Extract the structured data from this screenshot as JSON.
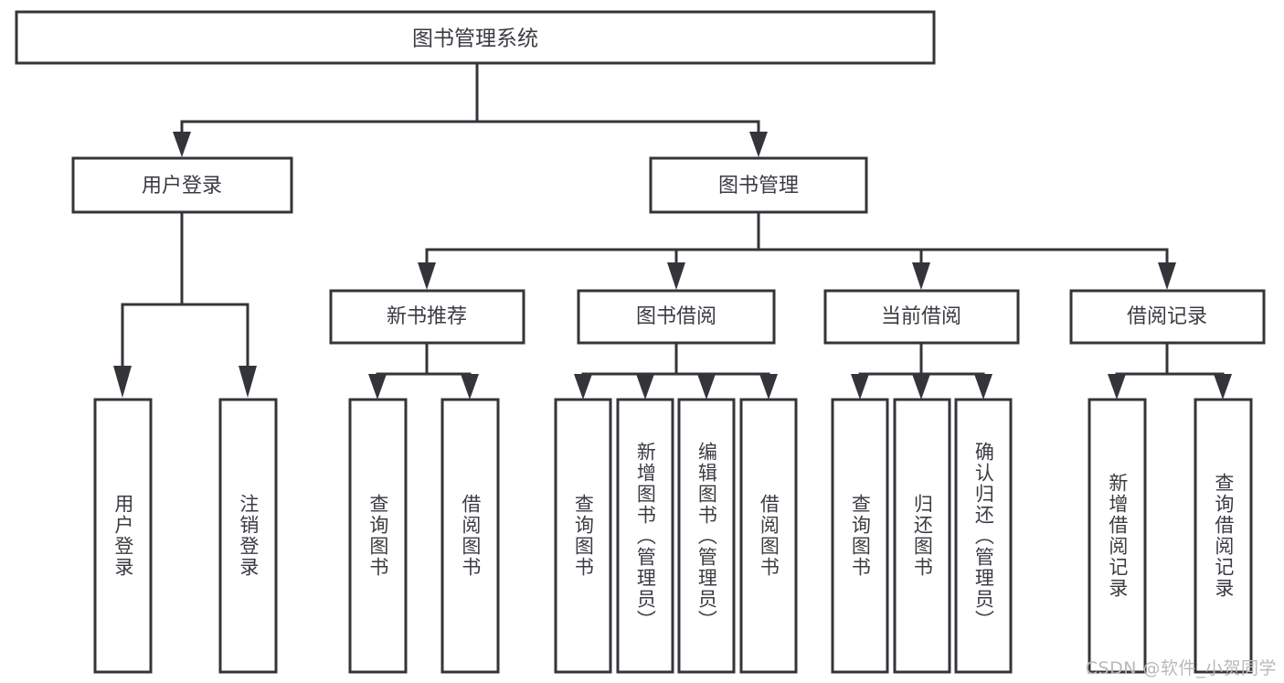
{
  "diagram": {
    "type": "tree",
    "title": "图书管理系统",
    "root": {
      "id": "root",
      "label": "图书管理系统",
      "orientation": "horizontal"
    },
    "level2": [
      {
        "id": "user-login",
        "label": "用户登录",
        "orientation": "horizontal"
      },
      {
        "id": "book-manage",
        "label": "图书管理",
        "orientation": "horizontal"
      }
    ],
    "level3": [
      {
        "id": "new-book-recommend",
        "label": "新书推荐",
        "parent": "book-manage",
        "orientation": "horizontal"
      },
      {
        "id": "book-borrow",
        "label": "图书借阅",
        "parent": "book-manage",
        "orientation": "horizontal"
      },
      {
        "id": "current-borrow",
        "label": "当前借阅",
        "parent": "book-manage",
        "orientation": "horizontal"
      },
      {
        "id": "borrow-record",
        "label": "借阅记录",
        "parent": "book-manage",
        "orientation": "horizontal"
      }
    ],
    "leaves": [
      {
        "id": "leaf-user-login",
        "label": "用户登录",
        "parent": "user-login",
        "orientation": "vertical"
      },
      {
        "id": "leaf-user-logout",
        "label": "注销登录",
        "parent": "user-login",
        "orientation": "vertical"
      },
      {
        "id": "leaf-query-book-1",
        "label": "查询图书",
        "parent": "new-book-recommend",
        "orientation": "vertical"
      },
      {
        "id": "leaf-borrow-book-1",
        "label": "借阅图书",
        "parent": "new-book-recommend",
        "orientation": "vertical"
      },
      {
        "id": "leaf-query-book-2",
        "label": "查询图书",
        "parent": "book-borrow",
        "orientation": "vertical"
      },
      {
        "id": "leaf-add-book",
        "label": "新增图书（管理员）",
        "parent": "book-borrow",
        "orientation": "vertical"
      },
      {
        "id": "leaf-edit-book",
        "label": "编辑图书（管理员）",
        "parent": "book-borrow",
        "orientation": "vertical"
      },
      {
        "id": "leaf-borrow-book-2",
        "label": "借阅图书",
        "parent": "book-borrow",
        "orientation": "vertical"
      },
      {
        "id": "leaf-query-book-3",
        "label": "查询图书",
        "parent": "current-borrow",
        "orientation": "vertical"
      },
      {
        "id": "leaf-return-book",
        "label": "归还图书",
        "parent": "current-borrow",
        "orientation": "vertical"
      },
      {
        "id": "leaf-confirm-return",
        "label": "确认归还（管理员）",
        "parent": "current-borrow",
        "orientation": "vertical"
      },
      {
        "id": "leaf-add-record",
        "label": "新增借阅记录",
        "parent": "borrow-record",
        "orientation": "vertical"
      },
      {
        "id": "leaf-query-record",
        "label": "查询借阅记录",
        "parent": "borrow-record",
        "orientation": "vertical"
      }
    ],
    "colors": {
      "stroke": "#33353a",
      "fill": "#ffffff",
      "text": "#3a3c41",
      "background": "#ffffff",
      "watermark": "#b9b9bb"
    }
  },
  "watermark": {
    "text": "CSDN @软件_小贺同学"
  }
}
